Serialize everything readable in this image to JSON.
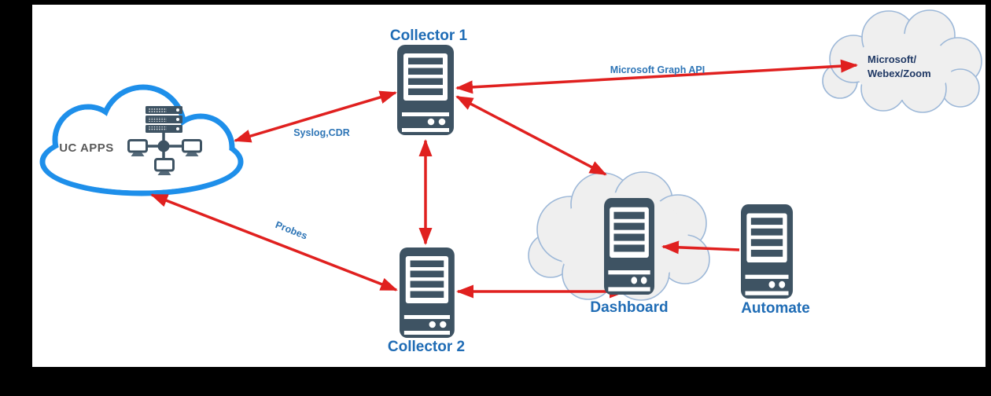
{
  "diagram": {
    "type": "network-architecture",
    "colors": {
      "arrow_red": "#e0201f",
      "server_slate": "#3e5363",
      "node_label_blue": "#1f6cb5",
      "edge_label_blue": "#2e75b6",
      "uc_cloud_outline_blue": "#1e8fea",
      "gray_cloud_fill": "#efefef",
      "gray_cloud_stroke": "#9db8d8",
      "uc_apps_text_gray": "#595959",
      "microsoft_text_navy": "#1f3864",
      "frame": "#000000",
      "canvas": "#ffffff"
    },
    "nodes": {
      "uc_apps": {
        "label": "UC APPS",
        "kind": "cloud"
      },
      "collector1": {
        "label": "Collector 1",
        "kind": "server"
      },
      "collector2": {
        "label": "Collector 2",
        "kind": "server"
      },
      "microsoft": {
        "kind": "cloud",
        "lines": [
          "Microsoft/",
          "Webex/Zoom"
        ]
      },
      "dashboard": {
        "label": "Dashboard",
        "kind": "server-in-cloud"
      },
      "automate": {
        "label": "Automate",
        "kind": "server"
      }
    },
    "edges": [
      {
        "from": "uc_apps",
        "to": "collector1",
        "label": "Syslog,CDR",
        "bidirectional": true
      },
      {
        "from": "collector1",
        "to": "collector2",
        "label": "",
        "bidirectional": true
      },
      {
        "from": "collector1",
        "to": "microsoft",
        "label": "Microsoft Graph API",
        "bidirectional": true
      },
      {
        "from": "collector1",
        "to": "dashboard",
        "label": "",
        "bidirectional": true
      },
      {
        "from": "uc_apps",
        "to": "collector2",
        "label": "Probes",
        "bidirectional": true
      },
      {
        "from": "collector2",
        "to": "dashboard",
        "label": "",
        "bidirectional": true
      },
      {
        "from": "automate",
        "to": "dashboard",
        "label": "",
        "bidirectional": false
      }
    ]
  }
}
